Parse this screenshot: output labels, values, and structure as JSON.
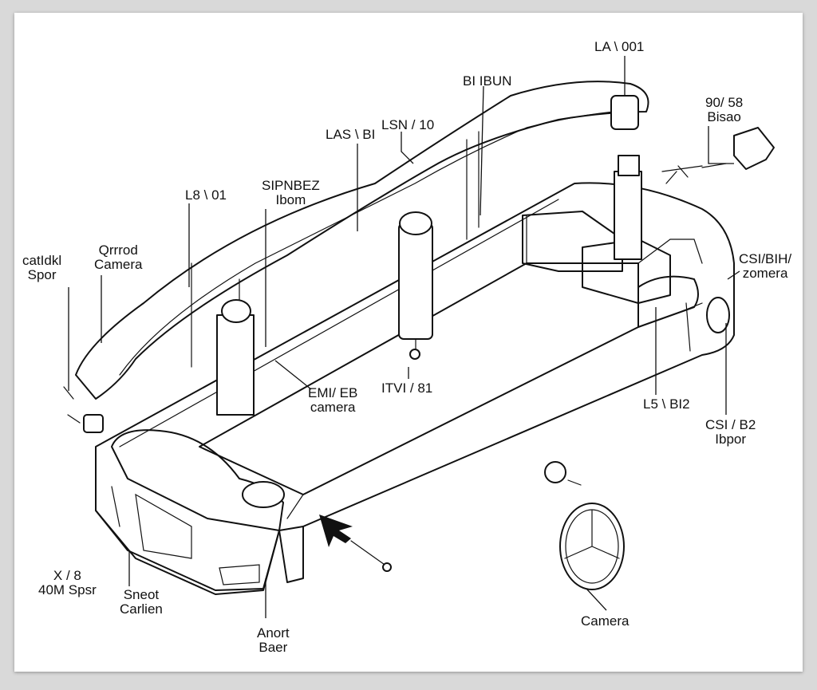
{
  "labels": {
    "top_right_code": "LA \\ 001",
    "top_center_code": "BI IBUN",
    "upper_code_1": "LSN / 10",
    "upper_code_2": "LAS \\ BI",
    "upper_code_3_line1": "SIPNBEZ",
    "upper_code_3_line2": "Ibom",
    "upper_left_code": "L8 \\ 01",
    "far_left_line1": "catIdkl",
    "far_left_line2": "Spor",
    "left_camera_line1": "Qrrrod",
    "left_camera_line2": "Camera",
    "right_top_line1": "90/ 58",
    "right_top_line2": "Bisao",
    "right_mid_line1": "CSI/BIH/",
    "right_mid_line2": "zomera",
    "center_camera_line1": "EMI/ EB",
    "center_camera_line2": "camera",
    "center_code": "ITVI / 81",
    "right_lower_code": "L5 \\ BI2",
    "right_spor_line1": "CSI / B2",
    "right_spor_line2": "Ibpor",
    "bottom_left_line1": "X / 8",
    "bottom_left_line2": "40M Spsr",
    "bottom_left2_line1": "Sneot",
    "bottom_left2_line2": "Carlien",
    "bottom_center_line1": "Anort",
    "bottom_center_line2": "Baer",
    "bottom_right": "Camera"
  }
}
